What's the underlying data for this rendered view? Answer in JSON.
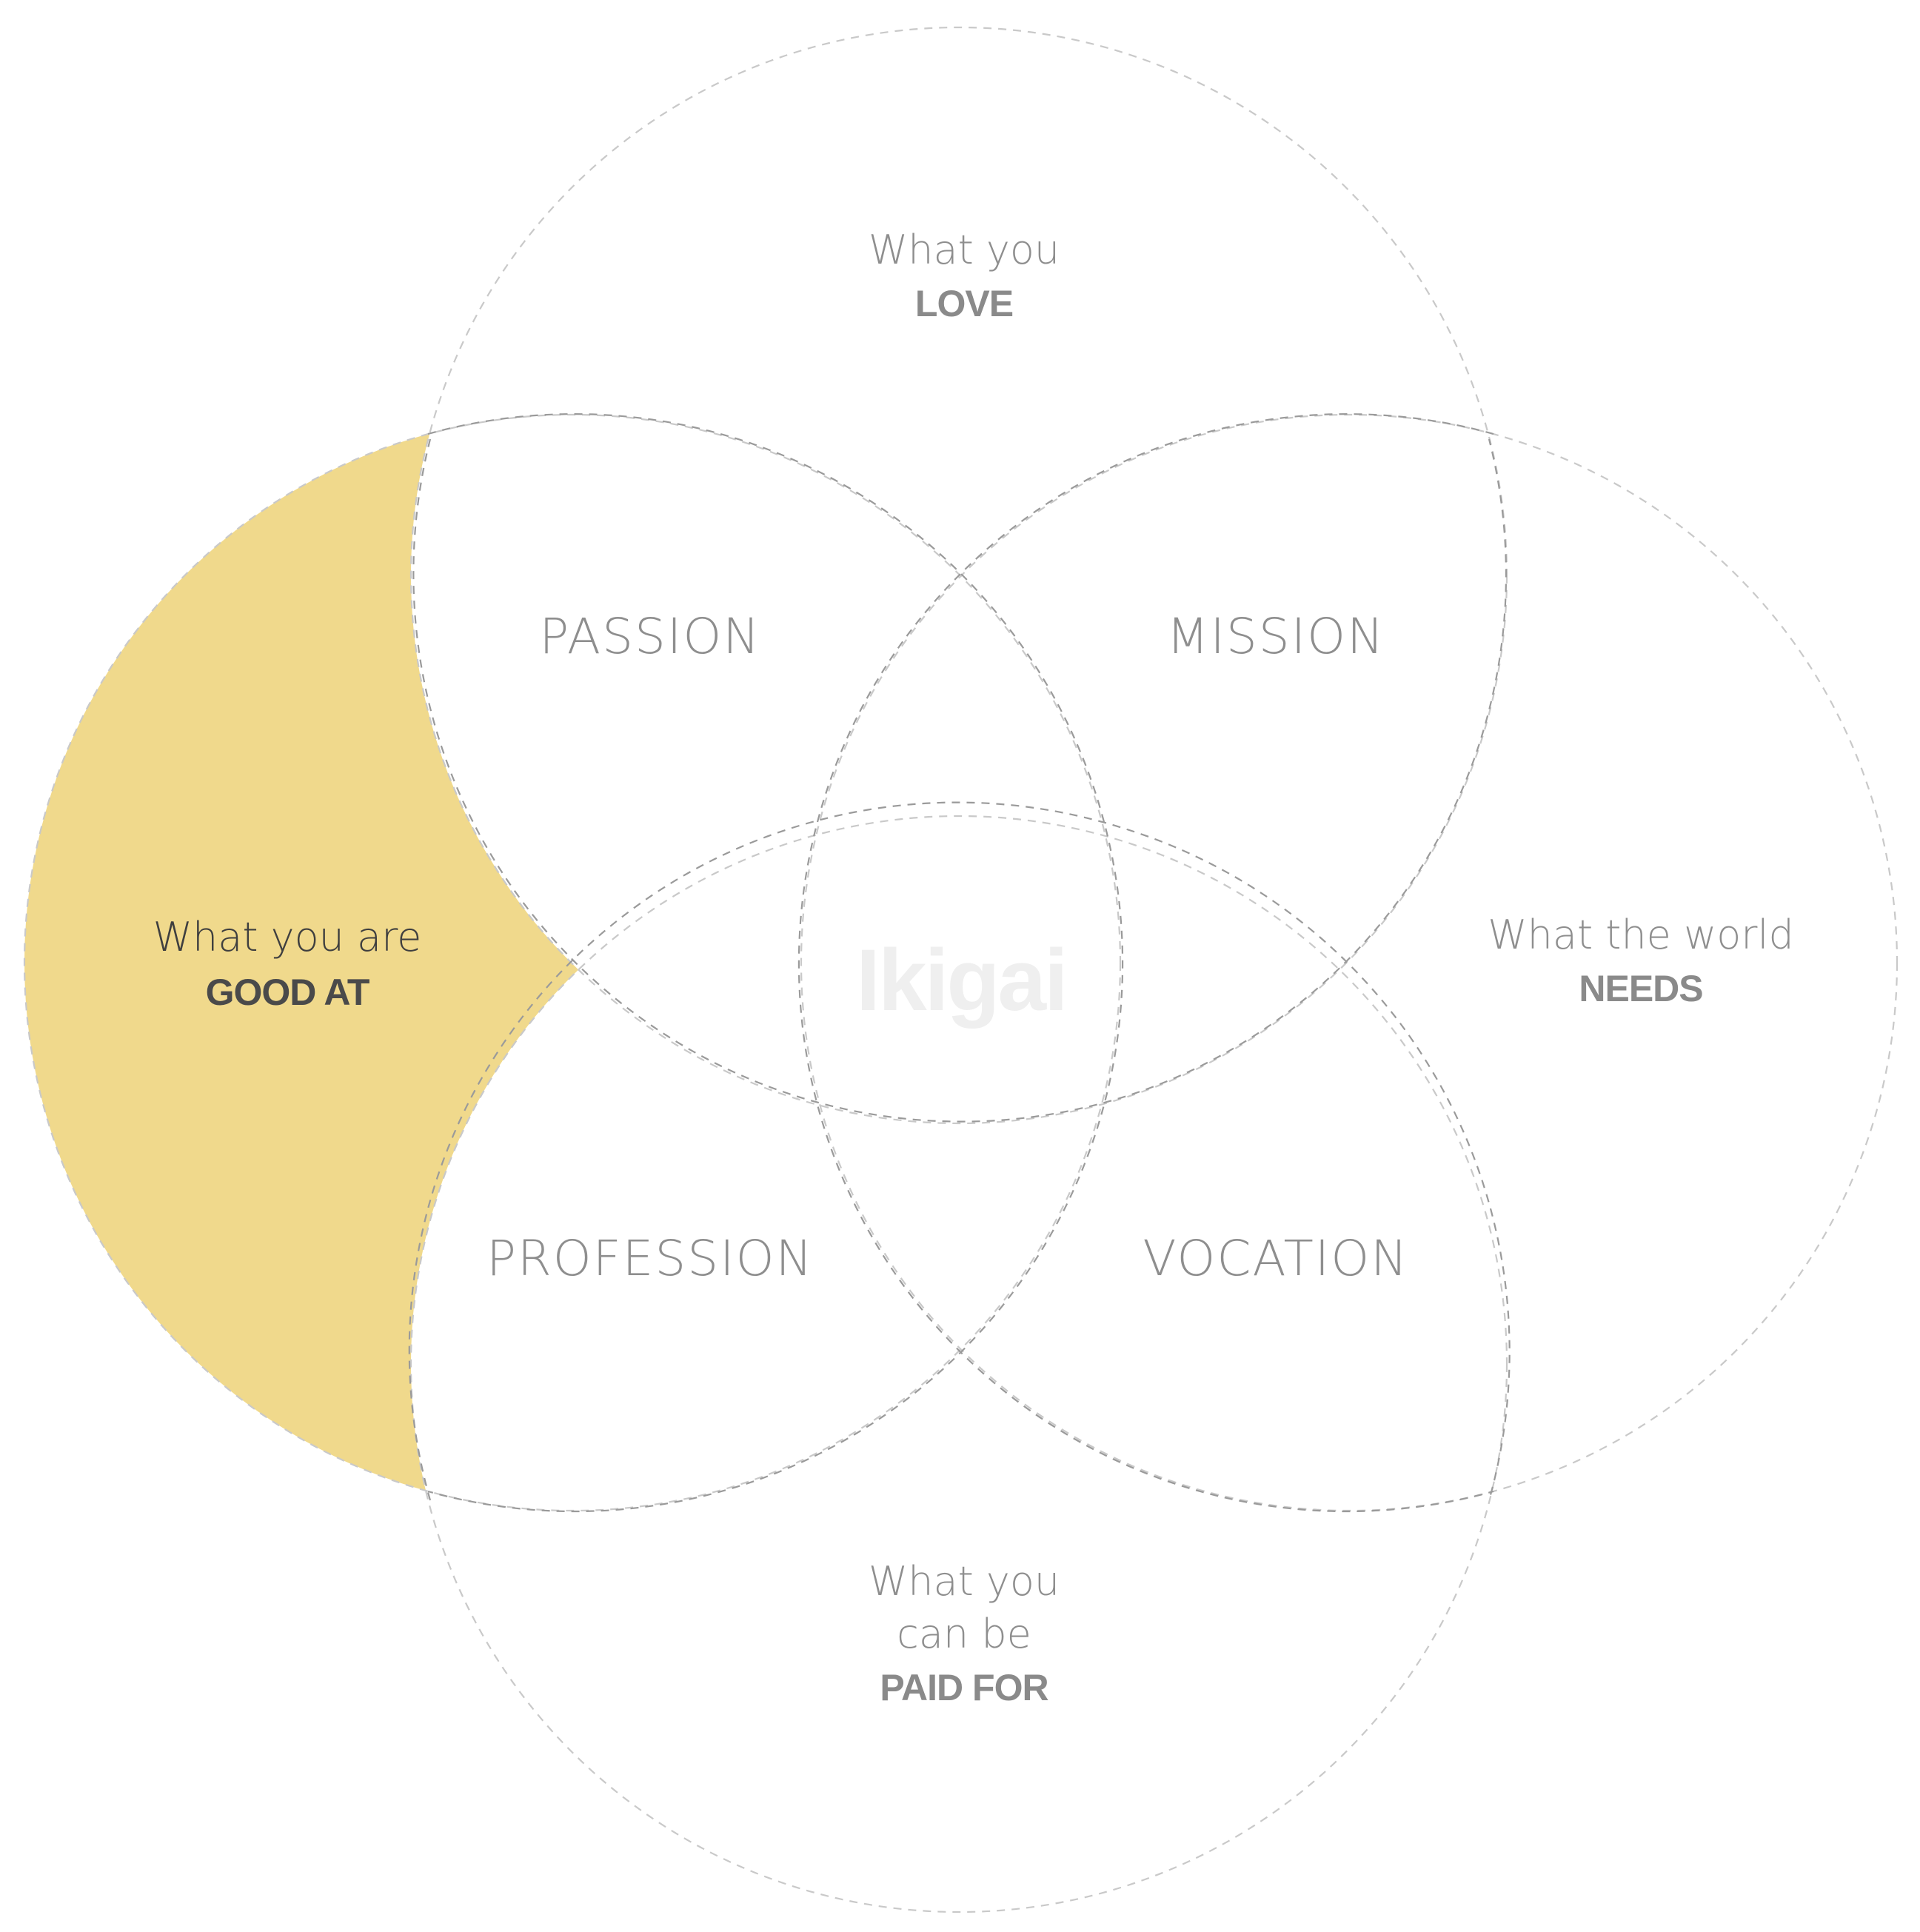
{
  "circles": {
    "love": {
      "line1": "What you",
      "emphasis": "LOVE"
    },
    "good_at": {
      "line1": "What you are",
      "emphasis": "GOOD AT"
    },
    "world_needs": {
      "line1": "What the world",
      "emphasis": "NEEDS"
    },
    "paid_for": {
      "line1": "What you",
      "line2": "can be",
      "emphasis": "PAID FOR"
    }
  },
  "regions": {
    "passion": "PASSION",
    "mission": "MISSION",
    "profession": "PROFESSION",
    "vocation": "VOCATION"
  },
  "center": "Ikigai",
  "highlighted_circle": "good_at",
  "colors": {
    "highlight": "#f0d98c",
    "caption": "#8e8e8e",
    "emphasis": "#8a8a8a",
    "highlight_text": "#3f3f3f",
    "highlight_emphasis": "#4a4a4a",
    "center_text": "#efefef"
  }
}
